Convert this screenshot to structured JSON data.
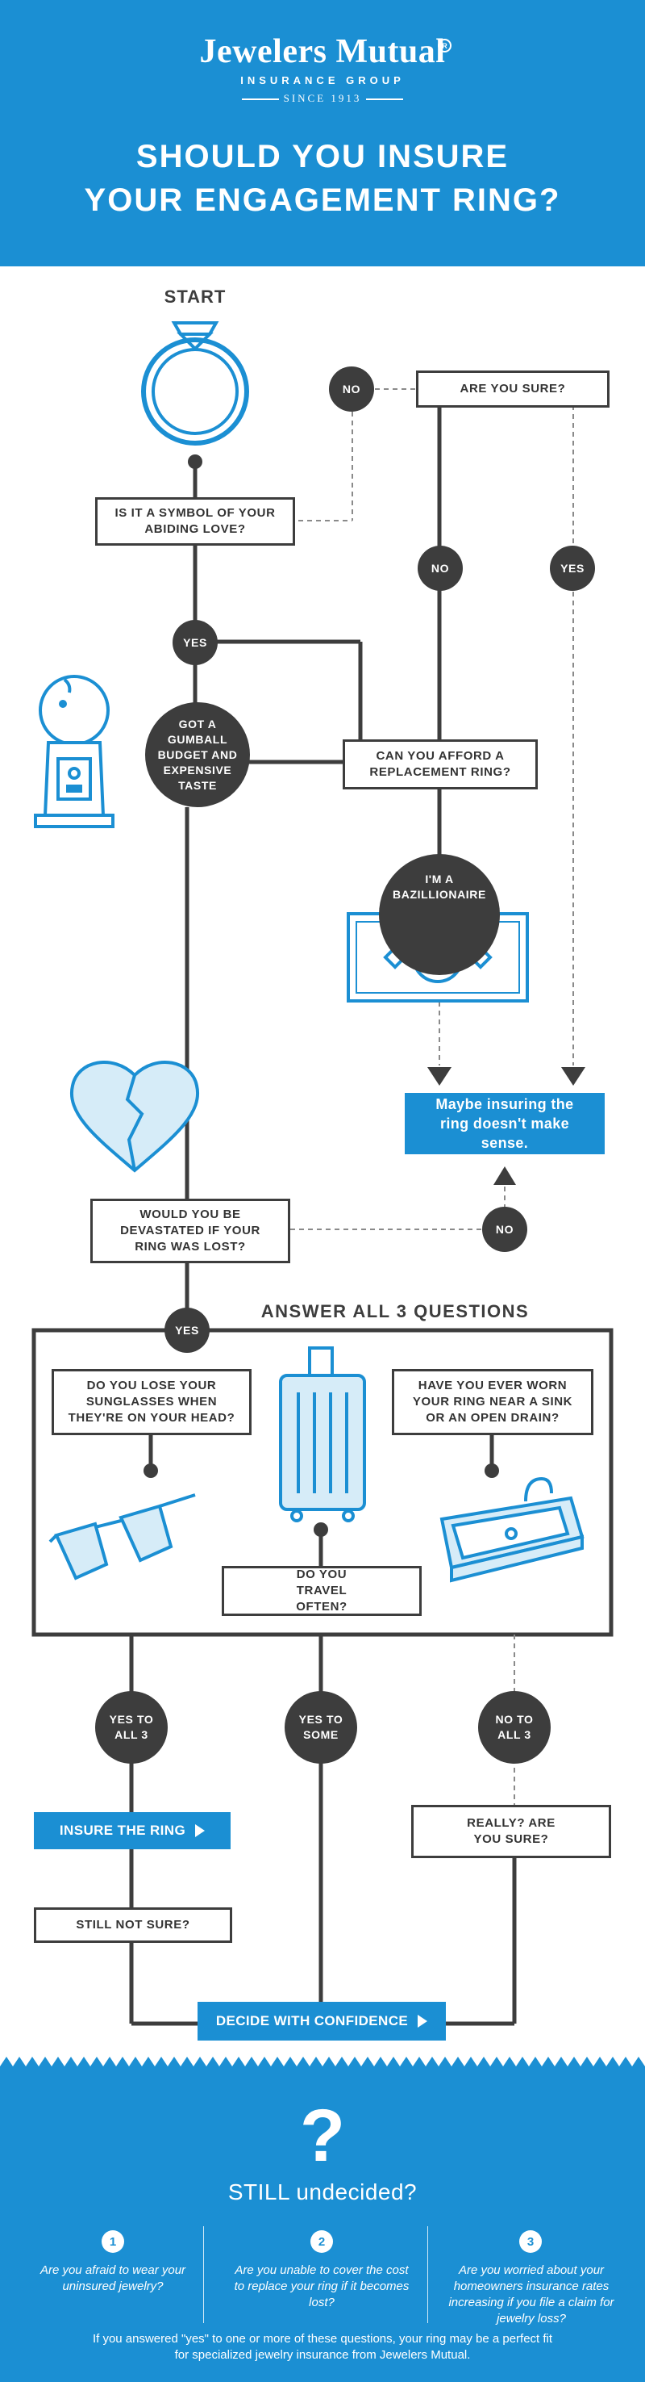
{
  "header": {
    "brand_name": "Jewelers Mutual",
    "brand_sub": "INSURANCE GROUP",
    "brand_since": "SINCE 1913",
    "title_line1": "SHOULD YOU INSURE",
    "title_line2": "YOUR ENGAGEMENT RING?"
  },
  "flow": {
    "start": "START",
    "q_symbol": "IS IT A SYMBOL OF YOUR ABIDING LOVE?",
    "q_are_you_sure": "ARE YOU SURE?",
    "no": "NO",
    "yes": "YES",
    "gumball": "GOT A GUMBALL BUDGET AND EXPENSIVE TASTE",
    "q_afford": "CAN YOU AFFORD A REPLACEMENT RING?",
    "bazillionaire": "I'M A BAZILLIONAIRE",
    "maybe": "Maybe insuring the ring doesn't make sense.",
    "q_devastated": "WOULD YOU BE DEVASTATED IF YOUR RING WAS LOST?",
    "answer_all": "ANSWER ALL 3 QUESTIONS",
    "q_sunglasses": "DO YOU LOSE YOUR SUNGLASSES WHEN THEY'RE ON YOUR HEAD?",
    "q_sink": "HAVE YOU EVER WORN YOUR RING NEAR A SINK OR AN OPEN DRAIN?",
    "q_travel": "DO YOU TRAVEL OFTEN?",
    "yes_all": "YES TO ALL 3",
    "yes_some": "YES TO SOME",
    "no_all": "NO TO ALL 3",
    "insure": "INSURE THE RING",
    "really": "REALLY? ARE YOU SURE?",
    "still_not_sure": "STILL NOT SURE?",
    "decide": "DECIDE WITH CONFIDENCE"
  },
  "footer": {
    "qmark": "?",
    "heading": "STILL undecided?",
    "questions": [
      {
        "num": "1",
        "text": "Are you afraid to wear your uninsured jewelry?"
      },
      {
        "num": "2",
        "text": "Are you unable to cover the cost to replace your ring if it becomes lost?"
      },
      {
        "num": "3",
        "text": "Are you worried about your homeowners insurance rates increasing if you file a claim for jewelry loss?"
      }
    ],
    "closing": "If you answered \"yes\" to one or more of these questions, your ring may be a perfect fit for specialized jewelry insurance from Jewelers Mutual."
  },
  "colors": {
    "brand_blue": "#1b8fd3",
    "dark": "#3d3d3d",
    "white": "#ffffff"
  },
  "icons": [
    "diamond-ring-icon",
    "gumball-machine-icon",
    "dollar-bill-icon",
    "broken-heart-icon",
    "suitcase-icon",
    "sunglasses-icon",
    "sink-icon",
    "question-mark-icon"
  ]
}
